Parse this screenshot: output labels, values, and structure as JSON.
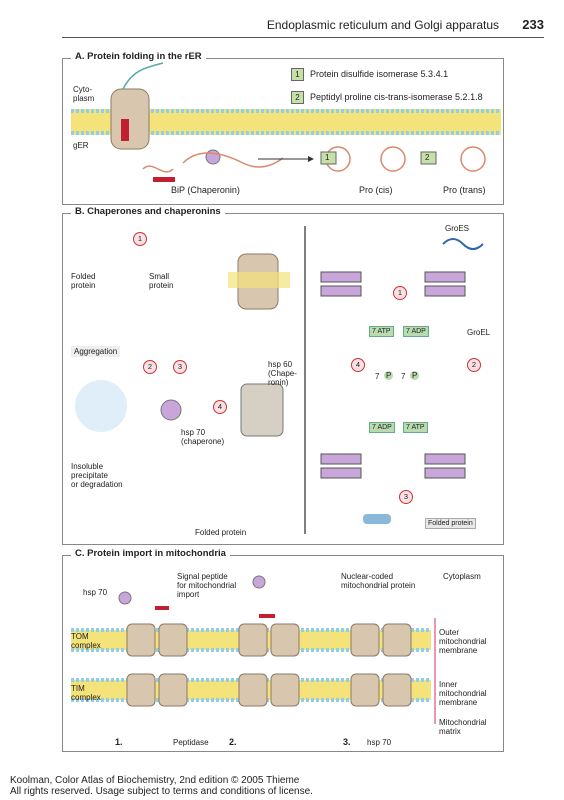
{
  "header": {
    "title": "Endoplasmic reticulum and Golgi apparatus",
    "page": "233"
  },
  "panel_a": {
    "title": "A. Protein folding in the rER",
    "legend": [
      {
        "num": "1",
        "text": "Protein disulfide isomerase 5.3.4.1"
      },
      {
        "num": "2",
        "text": "Peptidyl proline cis-trans-isomerase 5.2.1.8"
      }
    ],
    "cytoplasm": "Cyto-\nplasm",
    "ger": "gER",
    "bip": "BiP (Chaperonin)",
    "pro_cis": "Pro (cis)",
    "pro_trans": "Pro (trans)",
    "step1": "1",
    "step2": "2"
  },
  "panel_b": {
    "title": "B. Chaperones and chaperonins",
    "folded_protein": "Folded\nprotein",
    "small_protein": "Small\nprotein",
    "aggregation": "Aggregation",
    "insoluble": "Insoluble\nprecipitate\nor degradation",
    "hsp70": "hsp 70\n(chaperone)",
    "hsp60": "hsp 60\n(Chape-\nronin)",
    "folded_protein_bottom": "Folded protein",
    "groes": "GroES",
    "groel": "GroEL",
    "atp7": "7 ATP",
    "adp7": "7 ADP",
    "p7": "7",
    "pi": "P",
    "folded_protein_tag": "Folded protein",
    "n1": "1",
    "n2": "2",
    "n3": "3",
    "n4": "4"
  },
  "panel_c": {
    "title": "C. Protein import in mitochondria",
    "hsp70": "hsp 70",
    "signal": "Signal peptide\nfor mitochondrial\nimport",
    "nuclear": "Nuclear-coded\nmitochondrial protein",
    "cytoplasm": "Cytoplasm",
    "tom": "TOM\ncomplex",
    "tim": "TIM\ncomplex",
    "outer": "Outer\nmitochondrial\nmembrane",
    "inner": "Inner\nmitochondrial\nmembrane",
    "matrix": "Mitochondrial\nmatrix",
    "s1": "1.",
    "s2": "2.",
    "s3": "3.",
    "peptidase": "Peptidase",
    "hsp70b": "hsp 70"
  },
  "footer": {
    "line1": "Koolman, Color Atlas of Biochemistry, 2nd edition © 2005 Thieme",
    "line2": "All rights reserved. Usage subject to terms and conditions of license."
  },
  "colors": {
    "membrane": "#f4e27a",
    "protein": "#d9c6ae",
    "chain": "#d98a6a",
    "tag": "#b8dcb0",
    "pink": "#d9a0c9"
  }
}
